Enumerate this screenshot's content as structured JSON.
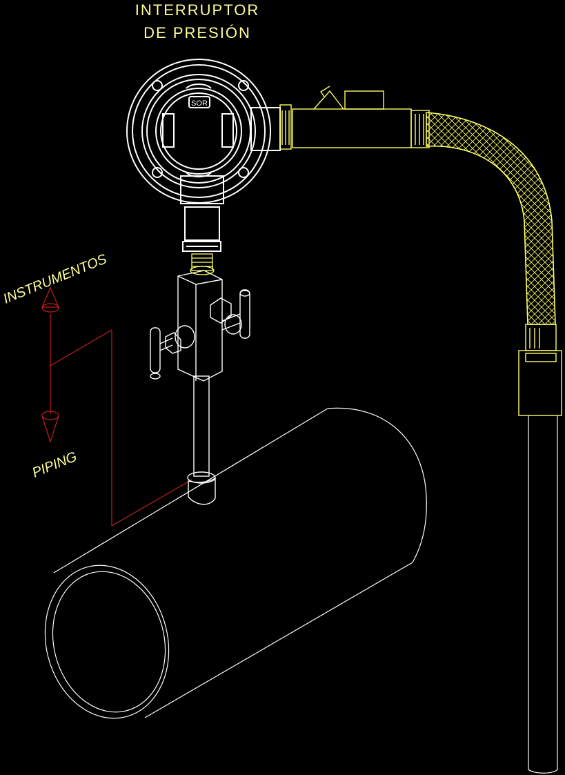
{
  "title": {
    "line1": "INTERRUPTOR",
    "line2": "DE  PRESIÓN"
  },
  "labels": {
    "instruments": "INSTRUMENTOS",
    "piping": "PIPING"
  },
  "emblem": "SOR",
  "colors": {
    "background": "#000000",
    "line_white": "#ffffff",
    "line_yellow": "#ffff66",
    "line_red": "#c81e1e",
    "text_yellow": "#ffff99"
  },
  "icons": {
    "up": "arrow-up-cone-icon",
    "down": "arrow-down-cone-icon"
  }
}
